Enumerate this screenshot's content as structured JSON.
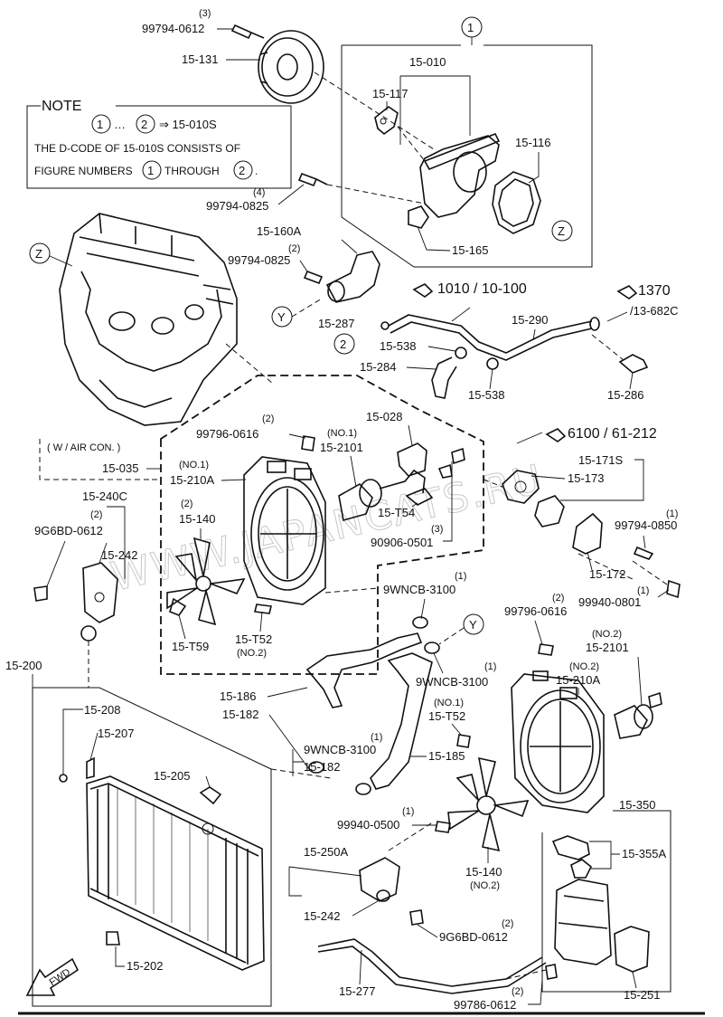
{
  "watermark": "WWW.JAPANCATS.RU",
  "note": {
    "heading": "NOTE",
    "range_from": "1",
    "range_sep": "…",
    "range_to": "2",
    "arrow_target": "⇒ 15-010S",
    "line2": "THE D-CODE OF 15-010S CONSISTS OF",
    "line3a": "FIGURE NUMBERS",
    "line3_num1": "1",
    "line3b": "THROUGH",
    "line3_num2": "2",
    "line3_end": "."
  },
  "figure_markers": {
    "fig1": "1",
    "fig2": "2",
    "z_upper": "Z",
    "z_lower": "Z",
    "y_upper": "Y",
    "y_lower": "Y"
  },
  "refs": {
    "r1010": "1010 / 10-100",
    "r1370a": "1370",
    "r1370b": "/13-682C",
    "r6100": "6100 / 61-212"
  },
  "condition_label": "( W / AIR CON. )",
  "qty": {
    "q3a": "(3)",
    "q4": "(4)",
    "q2a": "(2)",
    "q2b": "(2)",
    "no1a": "(NO.1)",
    "no1b": "(NO.1)",
    "q3b": "(3)",
    "q2c": "(2)",
    "q1a": "(1)",
    "q1b": "(1)",
    "q1c": "(1)",
    "q2d": "(2)",
    "no2a": "(NO.2)",
    "no2b": "(NO.2)",
    "q1d": "(1)",
    "no1c": "(NO.1)",
    "q1e": "(1)",
    "q1f": "(1)",
    "no2c": "(NO.2)",
    "q2e": "(2)",
    "q2f": "(2)",
    "no1d": "(NO.1)",
    "no2d": "(NO.2)"
  },
  "parts": {
    "p99794_0612": "99794-0612",
    "p15_131": "15-131",
    "p15_010": "15-010",
    "p15_117": "15-117",
    "p15_116": "15-116",
    "p99794_0825a": "99794-0825",
    "p15_165": "15-165",
    "p15_160A": "15-160A",
    "p99794_0825b": "99794-0825",
    "p15_287": "15-287",
    "p15_290": "15-290",
    "p15_538a": "15-538",
    "p15_284": "15-284",
    "p15_538b": "15-538",
    "p15_286": "15-286",
    "p99796_0616a": "99796-0616",
    "p15_028": "15-028",
    "p15_2101a": "15-2101",
    "p15_035": "15-035",
    "p15_210Aa": "15-210A",
    "p15_T54": "15-T54",
    "p90906_0501": "90906-0501",
    "p15_140a": "15-140",
    "p15_T59": "15-T59",
    "p15_T52a": "15-T52",
    "p15_171S": "15-171S",
    "p15_173": "15-173",
    "p99794_0850": "99794-0850",
    "p15_172": "15-172",
    "p99940_0801": "99940-0801",
    "p15_240C": "15-240C",
    "p9G6BD_0612a": "9G6BD-0612",
    "p15_242a": "15-242",
    "p9WNCB_3100a": "9WNCB-3100",
    "p99796_0616b": "99796-0616",
    "p15_2101b": "15-2101",
    "p15_210Ab": "15-210A",
    "p9WNCB_3100b": "9WNCB-3100",
    "p15_T52b": "15-T52",
    "p15_200": "15-200",
    "p15_208": "15-208",
    "p15_207": "15-207",
    "p15_186": "15-186",
    "p15_182a": "15-182",
    "p9WNCB_3100c": "9WNCB-3100",
    "p15_182b": "15-182",
    "p15_185": "15-185",
    "p15_205": "15-205",
    "p99940_0500": "99940-0500",
    "p15_140b": "15-140",
    "p15_350": "15-350",
    "p15_355A": "15-355A",
    "p15_250A": "15-250A",
    "p15_242b": "15-242",
    "p9G6BD_0612b": "9G6BD-0612",
    "p15_202": "15-202",
    "p15_277": "15-277",
    "p99786_0612": "99786-0612",
    "p15_251": "15-251",
    "fwd": "FWD"
  }
}
